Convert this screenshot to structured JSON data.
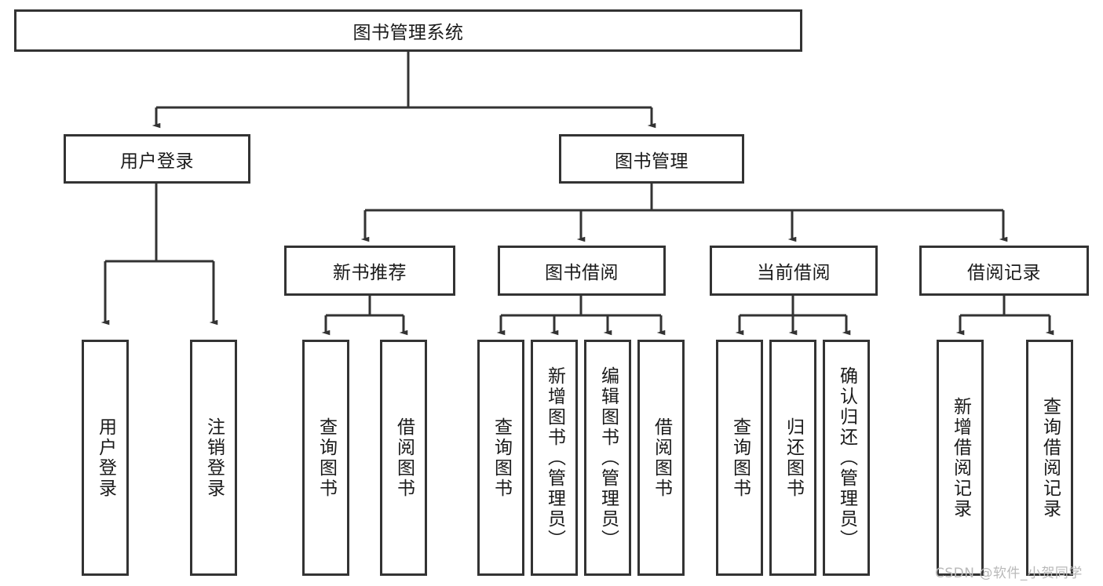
{
  "diagram": {
    "type": "tree",
    "title": "图书管理系统",
    "root": {
      "label": "图书管理系统"
    },
    "level1": [
      {
        "label": "用户登录"
      },
      {
        "label": "图书管理"
      }
    ],
    "level2": [
      {
        "label": "新书推荐"
      },
      {
        "label": "图书借阅"
      },
      {
        "label": "当前借阅"
      },
      {
        "label": "借阅记录"
      }
    ],
    "leaves": {
      "user_login": [
        {
          "label": "用户登录"
        },
        {
          "label": "注销登录"
        }
      ],
      "new_book_recommend": [
        {
          "label": "查询图书"
        },
        {
          "label": "借阅图书"
        }
      ],
      "book_borrow": [
        {
          "label": "查询图书"
        },
        {
          "label": "新增图书（管理员）"
        },
        {
          "label": "编辑图书（管理员）"
        },
        {
          "label": "借阅图书"
        }
      ],
      "current_borrow": [
        {
          "label": "查询图书"
        },
        {
          "label": "归还图书"
        },
        {
          "label": "确认归还（管理员）"
        }
      ],
      "borrow_record": [
        {
          "label": "新增借阅记录"
        },
        {
          "label": "查询借阅记录"
        }
      ]
    },
    "colors": {
      "stroke": "#333333",
      "fill": "#ffffff",
      "text": "#1a1a1a",
      "watermark": "#b9b9b9"
    }
  },
  "watermark": {
    "text": "CSDN @软件_小贺同学"
  }
}
